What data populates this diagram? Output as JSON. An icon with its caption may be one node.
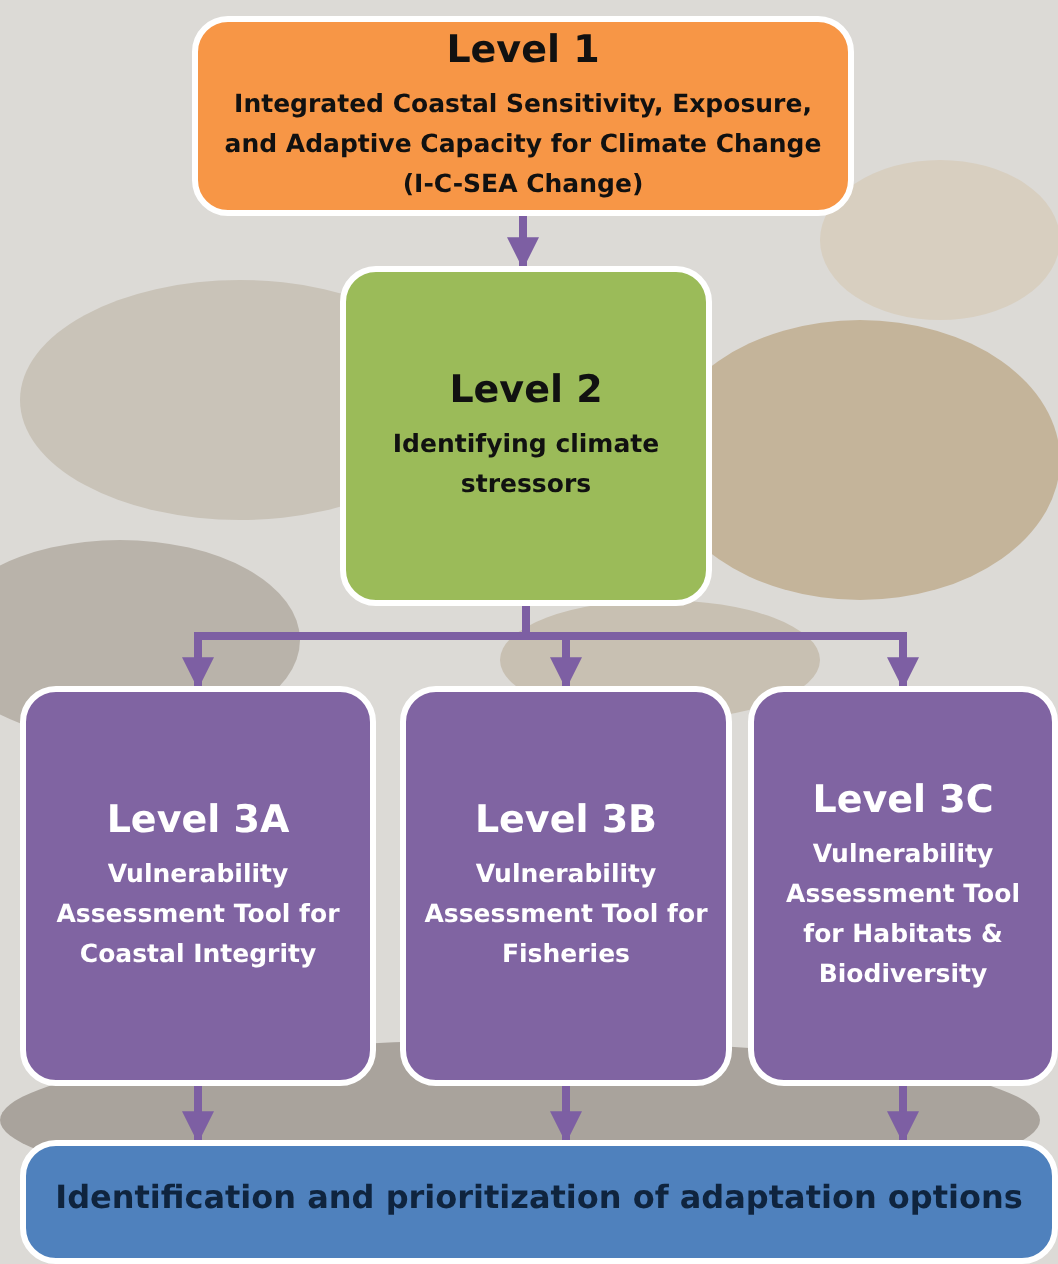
{
  "diagram": {
    "nodes": [
      {
        "text": [
          "Level 1",
          "Integrated Coastal Sensitivity, Exposure, and Adaptive Capacity for Climate Change (I-C-SEA Change)"
        ]
      },
      {
        "text": [
          "Level 2",
          "Identifying climate stressors"
        ]
      },
      {
        "text": [
          "Level 3A",
          "Vulnerability Assessment Tool for Coastal Integrity"
        ]
      },
      {
        "text": [
          "Level 3B",
          "Vulnerability Assessment Tool for Fisheries"
        ]
      },
      {
        "text": [
          "Level 3C",
          "Vulnerability Assessment Tool for Habitats & Biodiversity"
        ]
      },
      {
        "text": [
          "Identification and prioritization of adaptation options"
        ]
      }
    ],
    "edges": [
      {
        "from": 0,
        "to": 1,
        "arrow": "to"
      },
      {
        "from": 1,
        "to": 2,
        "arrow": "to"
      },
      {
        "from": 1,
        "to": 3,
        "arrow": "to"
      },
      {
        "from": 1,
        "to": 4,
        "arrow": "to"
      },
      {
        "from": 2,
        "to": 5,
        "arrow": "to"
      },
      {
        "from": 3,
        "to": 5,
        "arrow": "to"
      },
      {
        "from": 4,
        "to": 5,
        "arrow": "to"
      }
    ]
  }
}
